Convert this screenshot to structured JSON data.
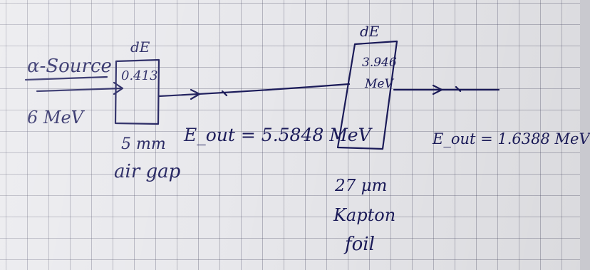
{
  "source": {
    "label": "α-Source",
    "energy": "6 MeV"
  },
  "block1": {
    "top_label": "dE",
    "value": "0.413",
    "caption_line1": "5 mm",
    "caption_line2": "air gap"
  },
  "middle": {
    "eout_label": "E_out = 5.5848 MeV"
  },
  "block2": {
    "top_label": "dE",
    "value_line1": "3.946",
    "value_line2": "MeV",
    "caption_line1": "27 μm",
    "caption_line2": "Kapton",
    "caption_line3": "foil"
  },
  "final": {
    "eout_label": "E_out = 1.6388 MeV"
  },
  "colors": {
    "ink": "#1b1b5a",
    "paper": "#e8e8ec",
    "grid": "#6b6b8a"
  }
}
